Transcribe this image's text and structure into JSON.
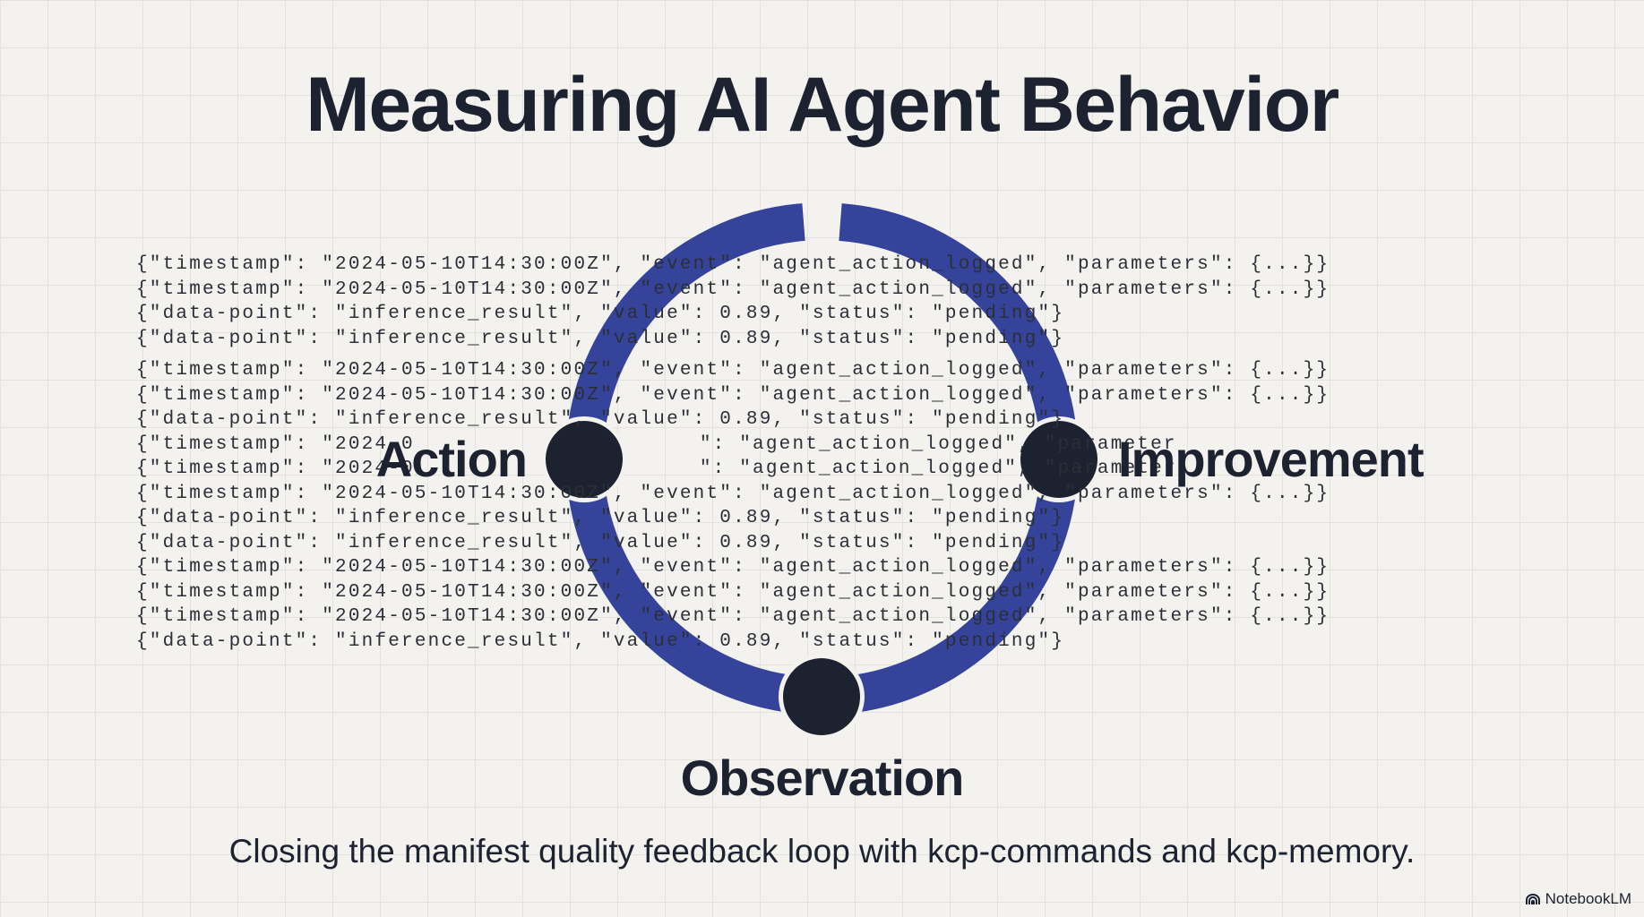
{
  "title": "Measuring AI Agent Behavior",
  "code_lines": [
    "{\"timestamp\": \"2024-05-10T14:30:00Z\", \"event\": \"agent_action_logged\", \"parameters\": {...}}",
    "{\"timestamp\": \"2024-05-10T14:30:00Z\", \"event\": \"agent_action_logged\", \"parameters\": {...}}",
    "{\"data-point\": \"inference_result\", \"value\": 0.89, \"status\": \"pending\"}",
    "{\"data-point\": \"inference_result\", \"value\": 0.89, \"status\": \"pending\"}",
    "{\"timestamp\": \"2024-05-10T14:30:00Z\", \"event\": \"agent_action_logged\", \"parameters\": {...}}",
    "{\"timestamp\": \"2024-05-10T14:30:00Z\", \"event\": \"agent_action_logged\", \"parameters\": {...}}",
    "{\"data-point\": \"inference_result\", \"value\": 0.89, \"status\": \"pending\"}",
    "{\"timestamp\": \"2024-0",
    "{\"timestamp\": \"2024-0",
    "{\"timestamp\": \"2024-05-10T14:30:00Z\", \"event\": \"agent_action_logged\", \"parameters\": {...}}",
    "{\"data-point\": \"inference_result\", \"value\": 0.89, \"status\": \"pending\"}",
    "{\"data-point\": \"inference_result\", \"value\": 0.89, \"status\": \"pending\"}",
    "{\"timestamp\": \"2024-05-10T14:30:00Z\", \"event\": \"agent_action_logged\", \"parameters\": {...}}",
    "{\"timestamp\": \"2024-05-10T14:30:00Z\", \"event\": \"agent_action_logged\", \"parameters\": {...}}",
    "{\"timestamp\": \"2024-05-10T14:30:00Z\", \"event\": \"agent_action_logged\", \"parameters\": {...}}",
    "{\"data-point\": \"inference_result\", \"value\": 0.89, \"status\": \"pending\"}"
  ],
  "code_lines_partial_right": [
    "\": \"agent_action_logged\", \"parameter",
    "\": \"agent_action_logged\", \"parameter"
  ],
  "loop": {
    "nodes": [
      "Action",
      "Improvement",
      "Observation"
    ],
    "ring_color": "#36439b",
    "node_color": "#1c2230"
  },
  "subtitle": "Closing the manifest quality feedback loop with kcp-commands and kcp-memory.",
  "brand": "NotebookLM"
}
